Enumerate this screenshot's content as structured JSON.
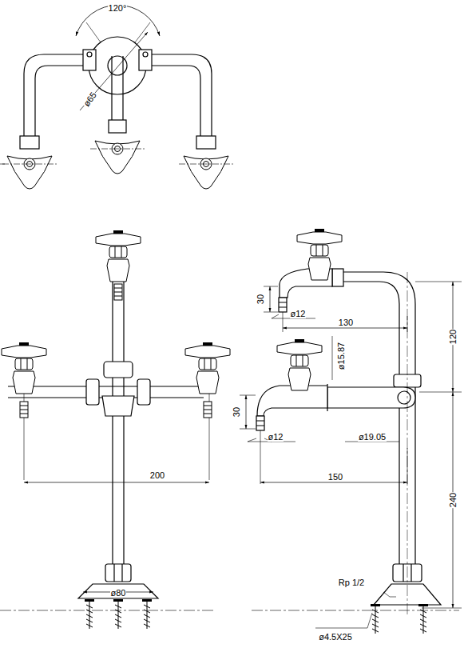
{
  "diagram": {
    "labels": [
      "120°",
      "ø65",
      "200",
      "ø80",
      "30",
      "ø12",
      "130",
      "120",
      "ø15.87",
      "30",
      "ø12",
      "ø19.05",
      "150",
      "240",
      "Rp 1/2",
      "ø4.5X25"
    ]
  }
}
